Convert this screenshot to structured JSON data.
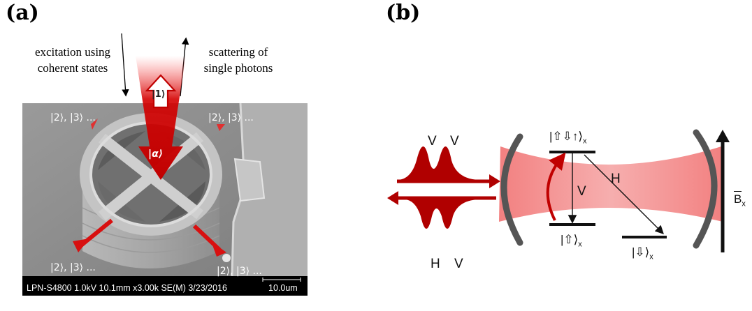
{
  "panel_a": {
    "label": "(a)",
    "excitation_caption_line1": "excitation using",
    "excitation_caption_line2": "coherent states",
    "scattering_caption_line1": "scattering of",
    "scattering_caption_line2": "single photons",
    "ket_one": "|1⟩",
    "ket_alpha": "|α⟩",
    "multi_photon_label": "|2⟩, |3⟩ ...",
    "sem_scalebar_text": "LPN-S4800 1.0kV 10.1mm x3.00k SE(M) 3/23/2016",
    "sem_scale_value": "10.0um",
    "beam_color": "#cc0000"
  },
  "panel_b": {
    "label": "(b)",
    "pulse_top_labels": [
      "V",
      "V"
    ],
    "pulse_bottom_labels": [
      "H",
      "V"
    ],
    "state_top": "|⇧⇩↑⟩",
    "state_top_sub": "x",
    "state_left": "|⇧⟩",
    "state_left_sub": "x",
    "state_right": "|⇩⟩",
    "state_right_sub": "x",
    "transition_v": "V",
    "transition_h": "H",
    "field_label": "B",
    "field_sub": "x",
    "cavity_color": "#555555",
    "pulse_color": "#b00000"
  }
}
